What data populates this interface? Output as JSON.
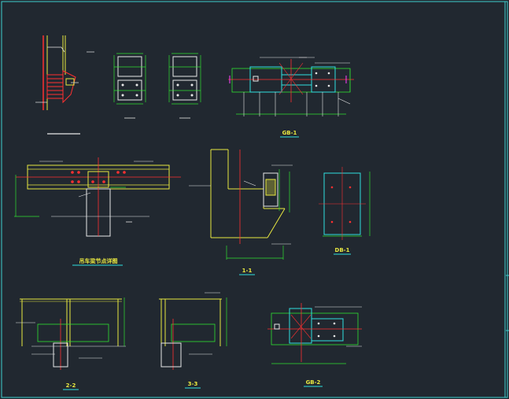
{
  "drawing": {
    "background": "#212830",
    "frame_color": "#3fd0d0",
    "colors": {
      "yellow": "#e8e840",
      "red": "#ff3030",
      "green": "#30e030",
      "white": "#e8e8e8",
      "cyan": "#30e0e0",
      "magenta": "#ff40ff"
    }
  },
  "views": [
    {
      "id": "gb1",
      "label": "GB-1"
    },
    {
      "id": "crane",
      "label": "吊车梁节点详图"
    },
    {
      "id": "s11",
      "label": "1-1"
    },
    {
      "id": "db1",
      "label": "DB-1"
    },
    {
      "id": "s22",
      "label": "2-2"
    },
    {
      "id": "s33",
      "label": "3-3"
    },
    {
      "id": "gb2",
      "label": "GB-2"
    }
  ]
}
